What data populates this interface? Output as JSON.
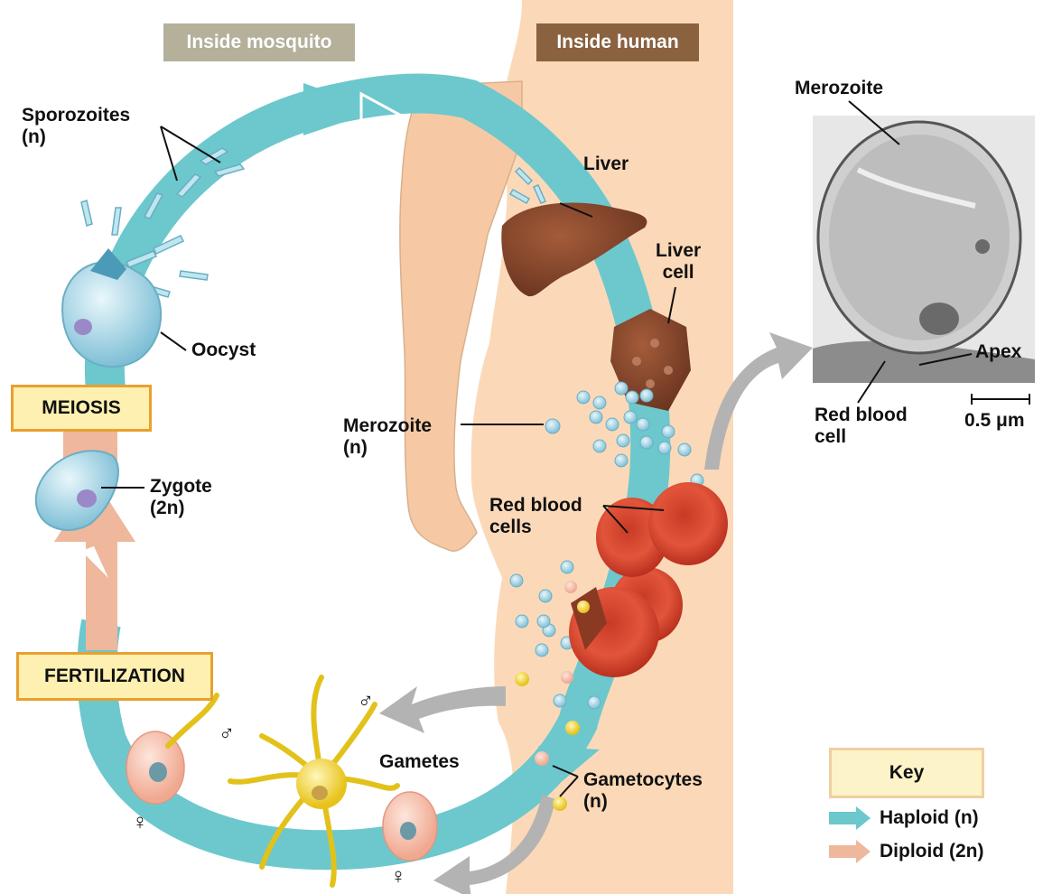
{
  "headers": {
    "mosquito": "Inside mosquito",
    "human": "Inside human"
  },
  "stages": {
    "meiosis": "MEIOSIS",
    "fertilization": "FERTILIZATION"
  },
  "labels": {
    "sporozoites": "Sporozoites",
    "sporozoites_ploidy": "(n)",
    "oocyst": "Oocyst",
    "zygote": "Zygote",
    "zygote_ploidy": "(2n)",
    "liver": "Liver",
    "liver_cell_1": "Liver",
    "liver_cell_2": "cell",
    "merozoite": "Merozoite",
    "merozoite_ploidy": "(n)",
    "rbc_1": "Red blood",
    "rbc_2": "cells",
    "gametes": "Gametes",
    "gametocytes": "Gametocytes",
    "gametocytes_ploidy": "(n)",
    "male_symbol": "♂",
    "female_symbol": "♀"
  },
  "micrograph": {
    "merozoite": "Merozoite",
    "apex": "Apex",
    "rbc_1": "Red blood",
    "rbc_2": "cell",
    "scale": "0.5 μm"
  },
  "key": {
    "title": "Key",
    "haploid": "Haploid (n)",
    "diploid": "Diploid (2n)"
  },
  "colors": {
    "haploid": "#6cc8cc",
    "diploid": "#efb79c",
    "human_bg": "#fbd9b8",
    "mosquito_header": "#b4b09a",
    "human_header": "#8a6240",
    "stage_box_fill": "#fdf0b0",
    "stage_box_border": "#e9a02e",
    "grey_arrow": "#b3b3b3",
    "rbc": "#d9452e",
    "liver": "#8a4a2e"
  }
}
